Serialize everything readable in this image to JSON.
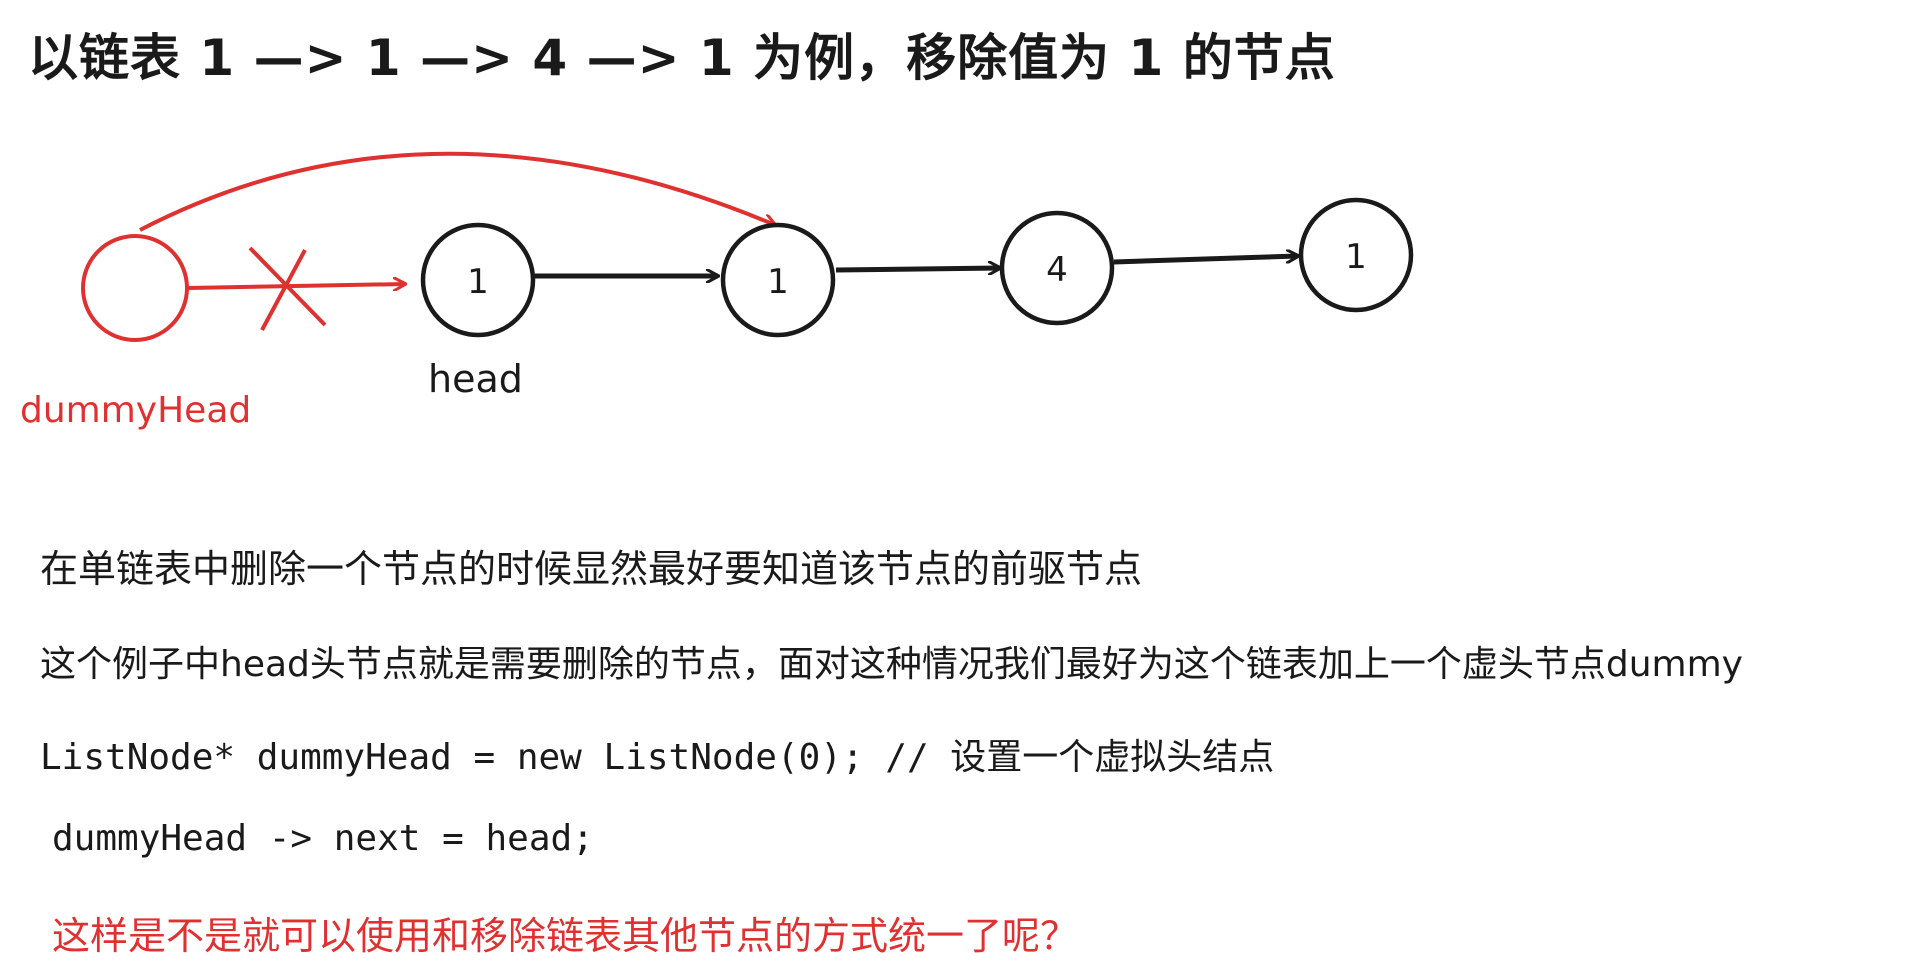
{
  "title": "以链表 1 —> 1 —> 4 —> 1 为例，移除值为 1 的节点",
  "diagram": {
    "nodes": [
      "1",
      "1",
      "4",
      "1"
    ],
    "dummy_label": "dummyHead",
    "head_label": "head"
  },
  "lines": {
    "line1": "在单链表中删除一个节点的时候显然最好要知道该节点的前驱节点",
    "line2": "这个例子中head头节点就是需要删除的节点，面对这种情况我们最好为这个链表加上一个虚头节点dummy",
    "code1": "ListNode* dummyHead = new ListNode(0); // 设置一个虚拟头结点",
    "code2": "dummyHead -> next = head;",
    "question": "这样是不是就可以使用和移除链表其他节点的方式统一了呢？"
  },
  "colors": {
    "red": "#e03131",
    "ink": "#1a1a1a"
  }
}
